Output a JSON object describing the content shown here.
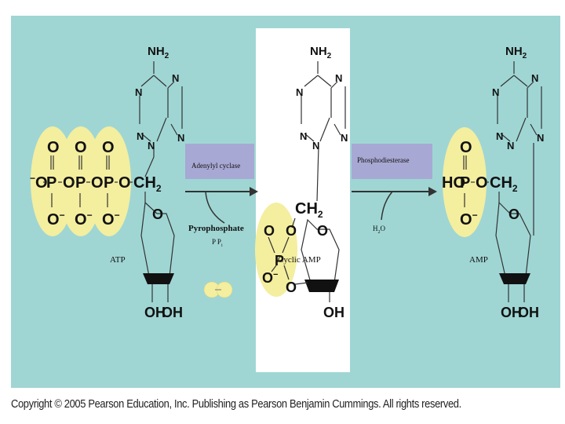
{
  "colors": {
    "background": "#9fd6d4",
    "panel": "#ffffff",
    "phosphate_highlight": "#f4ee9f",
    "enzyme_box": "#a8a8d4"
  },
  "enzymes": {
    "adenylyl_cyclase": "Adenylyl cyclase",
    "phosphodiesterase": "Phosphodiesterase"
  },
  "byproducts": {
    "pyrophosphate": "Pyrophosphate",
    "pyrophosphate_sub": "P   P",
    "pyrophosphate_subscript": "i",
    "water": "H",
    "water_sub": "2",
    "water_o": "O"
  },
  "molecules": {
    "atp": "ATP",
    "cyclic_amp": "Cyclic AMP",
    "amp": "AMP"
  },
  "atoms": {
    "n": "N",
    "nh2_n": "NH",
    "nh2_sub": "2",
    "o": "O",
    "p": "P",
    "oh": "OH",
    "ho": "HO",
    "ch2": "CH",
    "ch2_sub": "2",
    "o_minus": "O",
    "minus": "−"
  },
  "copyright": "Copyright © 2005 Pearson Education, Inc. Publishing as Pearson Benjamin Cummings. All rights reserved."
}
